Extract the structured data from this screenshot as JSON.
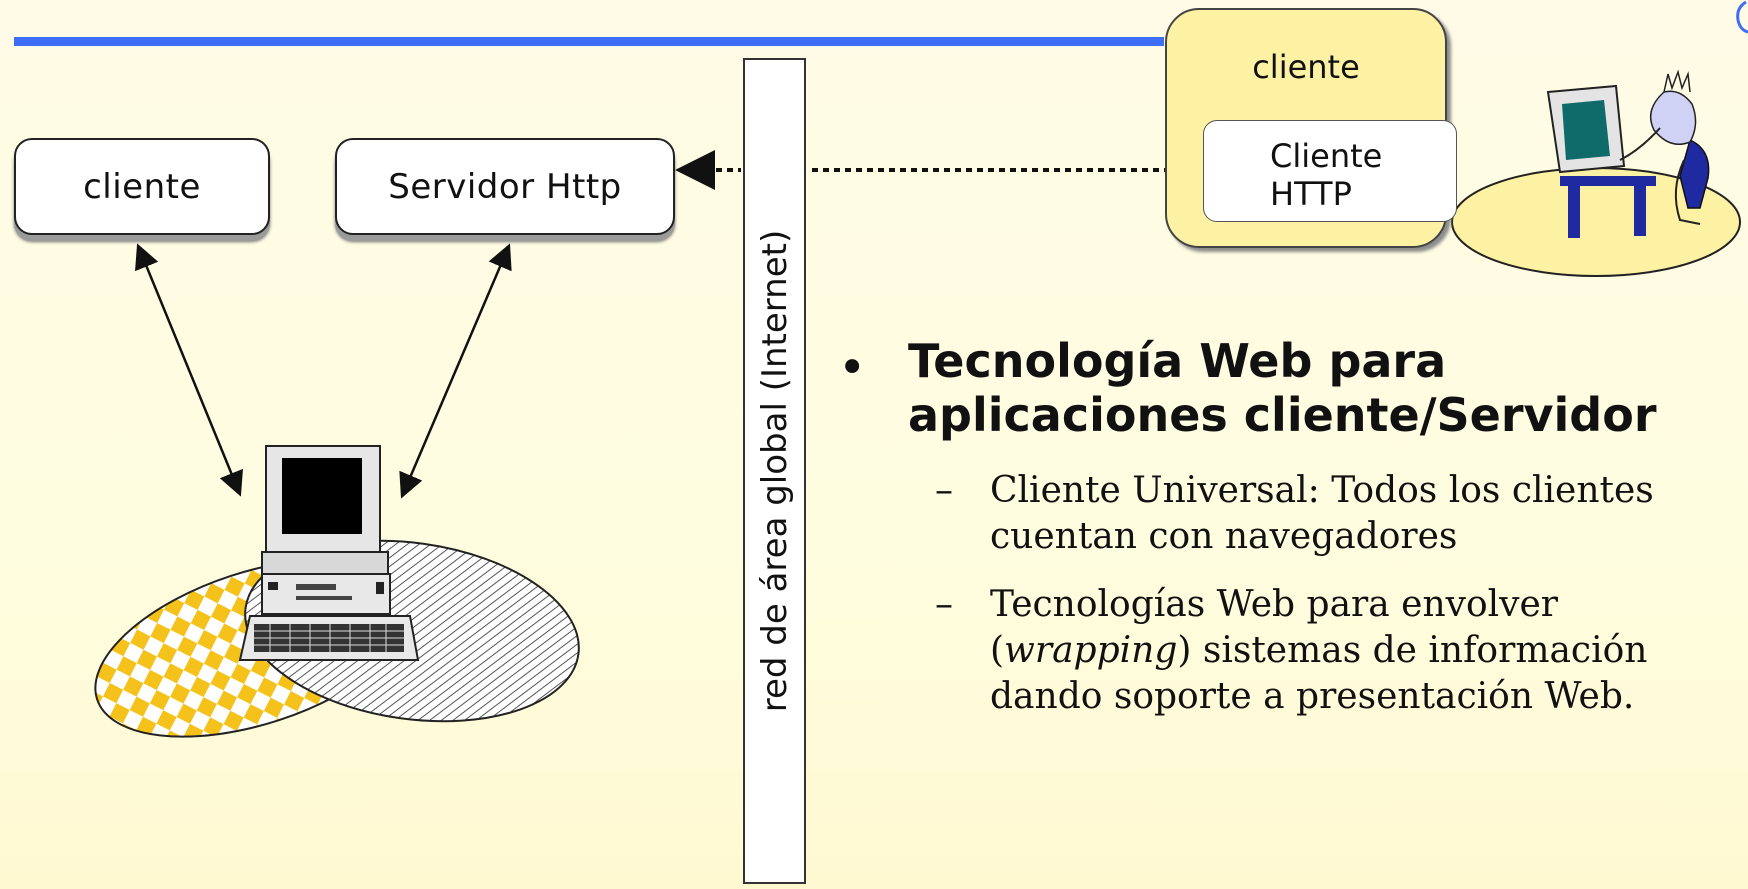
{
  "diagram": {
    "client_box": "cliente",
    "server_box": "Servidor Http",
    "network_label": "red de área global (Internet)",
    "client_panel": {
      "title": "cliente",
      "inner_line1": "Cliente",
      "inner_line2": "HTTP"
    }
  },
  "text": {
    "bullet_title": "Tecnología Web para aplicaciones cliente/Servidor",
    "sub1": "Cliente Universal: Todos los clientes cuentan con navegadores",
    "sub2_pre": "Tecnologías Web para envolver (",
    "sub2_italic": "wrapping",
    "sub2_post": ") sistemas de información dando soporte a presentación Web."
  }
}
